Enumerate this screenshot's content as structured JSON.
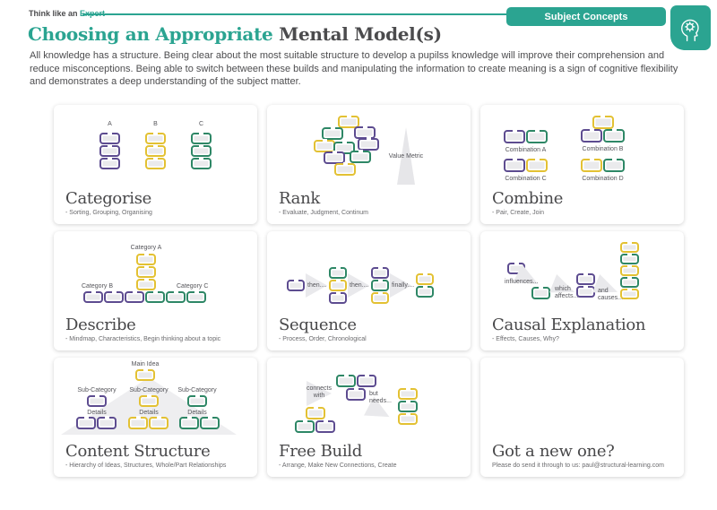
{
  "header": {
    "eyebrow_prefix": "Think like an ",
    "eyebrow_accent": "Expert",
    "badge": "Subject Concepts",
    "title_accent": "Choosing an Appropriate ",
    "title_rest": "Mental Model(s)",
    "intro": "All knowledge has a structure. Being clear about the most suitable structure to develop a pupilss knowledge will improve their comprehension and reduce misconceptions. Being able to switch between these builds and manipulating the information to create meaning is a sign of cognitive flexibility and demonstrates a deep understanding of the subject matter."
  },
  "colors": {
    "accent": "#2ba491",
    "purple": "#5d4c90",
    "yellow": "#e3c133",
    "green": "#2e8766"
  },
  "cards": {
    "categorise": {
      "title": "Categorise",
      "subtitle": "- Sorting, Grouping, Organising",
      "columns": [
        "A",
        "B",
        "C"
      ]
    },
    "rank": {
      "title": "Rank",
      "subtitle": "- Evaluate, Judgment, Continum",
      "metric_label": "Value Metric"
    },
    "combine": {
      "title": "Combine",
      "subtitle": "- Pair, Create, Join",
      "combos": [
        "Combination A",
        "Combination B",
        "Combination C",
        "Combination D"
      ]
    },
    "describe": {
      "title": "Describe",
      "subtitle": "- Mindmap, Characteristics, Begin thinking about a topic",
      "categories": [
        "Category A",
        "Category B",
        "Category C"
      ]
    },
    "sequence": {
      "title": "Sequence",
      "subtitle": "- Process, Order, Chronological",
      "steps": [
        "then....",
        "then....",
        "finally...."
      ]
    },
    "causal": {
      "title": "Causal Explanation",
      "subtitle": "- Effects, Causes, Why?",
      "links": [
        "influences...",
        "which affects...",
        "and causes..."
      ]
    },
    "content_structure": {
      "title": "Content Structure",
      "subtitle": "- Hierarchy of Ideas, Structures, Whole/Part Relationships",
      "levels": {
        "top": "Main Idea",
        "mid": "Sub-Category",
        "bottom": "Details"
      }
    },
    "free_build": {
      "title": "Free Build",
      "subtitle": "- Arrange, Make New Connections, Create",
      "links": [
        "connects with",
        "but needs..."
      ]
    },
    "new_one": {
      "title": "Got a new one?",
      "subtitle": "Please do send it through to us: paul@structural-learning.com"
    }
  }
}
